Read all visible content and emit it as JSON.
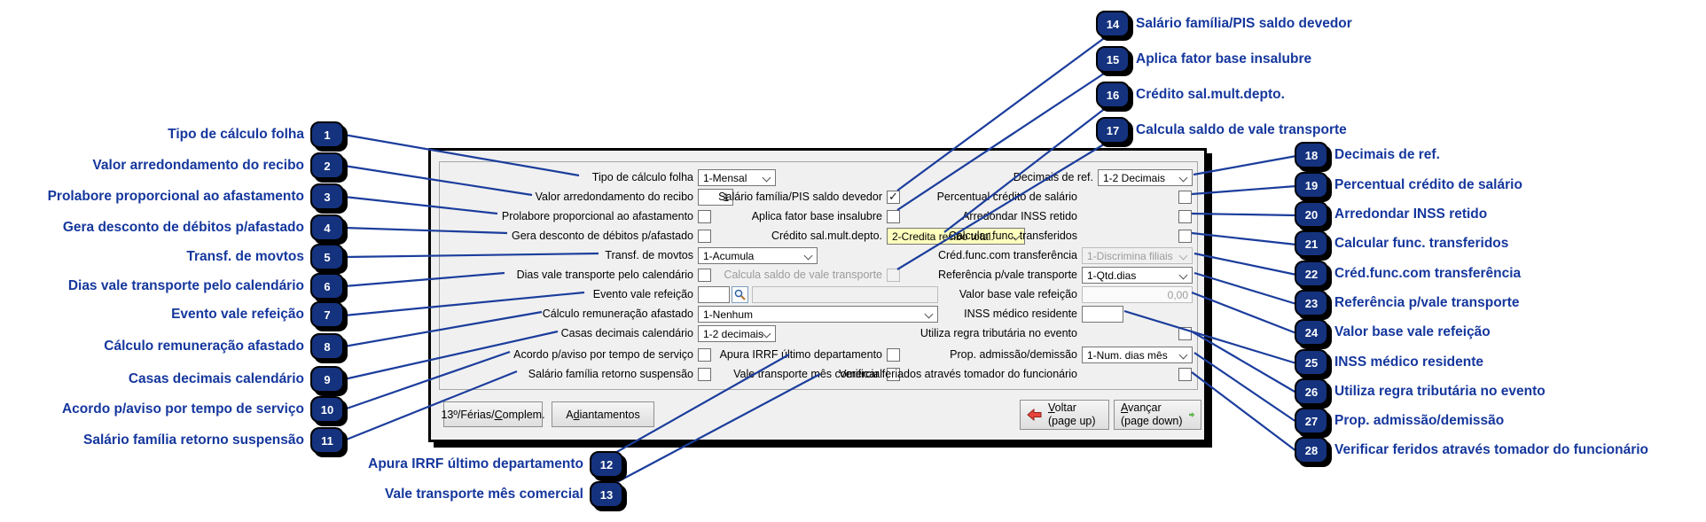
{
  "form": {
    "tipo_calculo": {
      "label": "Tipo de cálculo folha",
      "value": "1-Mensal"
    },
    "valor_arred": {
      "label": "Valor arredondamento do recibo",
      "value": "1"
    },
    "prolabore": {
      "label": "Prolabore proporcional ao afastamento"
    },
    "gera_desconto": {
      "label": "Gera desconto de débitos p/afastado"
    },
    "transf_movtos": {
      "label": "Transf. de movtos",
      "value": "1-Acumula"
    },
    "dias_vale_transporte": {
      "label": "Dias vale transporte pelo calendário"
    },
    "evento_vale_refeicao": {
      "label": "Evento vale refeição",
      "code": "",
      "desc": ""
    },
    "calc_remun_afastado": {
      "label": "Cálculo remuneração afastado",
      "value": "1-Nenhum"
    },
    "casas_decimais": {
      "label": "Casas decimais calendário",
      "value": "1-2 decimais"
    },
    "acordo_aviso": {
      "label": "Acordo p/aviso por tempo de serviço"
    },
    "salario_retorno": {
      "label": "Salário família retorno suspensão"
    },
    "salario_pis": {
      "label": "Salário família/PIS saldo devedor",
      "checked": "✓"
    },
    "aplica_fator": {
      "label": "Aplica fator base insalubre"
    },
    "credito_sal": {
      "label": "Crédito sal.mult.depto.",
      "value": "2-Credita recibo total."
    },
    "calcula_saldo_vt": {
      "label": "Calcula saldo de vale transporte"
    },
    "apura_irrf": {
      "label": "Apura IRRF último departamento"
    },
    "vale_transporte_mes": {
      "label": "Vale transporte mês comercial"
    },
    "decimais_ref": {
      "label": "Decimais de ref.",
      "value": "1-2 Decimais"
    },
    "percentual_credito": {
      "label": "Percentual crédito de salário"
    },
    "arredondar_inss": {
      "label": "Arredondar INSS retido"
    },
    "calcular_func": {
      "label": "Calcular func. transferidos"
    },
    "cred_func_transf": {
      "label": "Créd.func.com transferência",
      "value": "1-Discrimina filiais"
    },
    "referencia_vt": {
      "label": "Referência p/vale transporte",
      "value": "1-Qtd.dias"
    },
    "valor_base_vr": {
      "label": "Valor base vale refeição",
      "value": "0,00"
    },
    "inss_medico": {
      "label": "INSS médico residente",
      "value": ""
    },
    "utiliza_regra": {
      "label": "Utiliza regra tributária no evento"
    },
    "prop_admissao": {
      "label": "Prop. admissão/demissão",
      "value": "1-Num. dias mês"
    },
    "verificar_feriados": {
      "label": "Verificar feriados através tomador do funcionário"
    }
  },
  "buttons": {
    "ferias": {
      "pre": "13º/Férias/",
      "u": "C",
      "post": "omplem."
    },
    "adiantamentos": {
      "pre": "A",
      "u": "d",
      "post": "iantamentos"
    },
    "voltar": {
      "u": "V",
      "rest": "oltar",
      "sub": "(page up)"
    },
    "avancar": {
      "u": "A",
      "rest": "vançar",
      "sub": "(page down)"
    }
  },
  "callouts": [
    {
      "num": "1",
      "label": "Tipo de cálculo folha"
    },
    {
      "num": "2",
      "label": "Valor arredondamento do recibo"
    },
    {
      "num": "3",
      "label": "Prolabore proporcional ao afastamento"
    },
    {
      "num": "4",
      "label": "Gera desconto de débitos p/afastado"
    },
    {
      "num": "5",
      "label": "Transf. de movtos"
    },
    {
      "num": "6",
      "label": "Dias vale transporte pelo calendário"
    },
    {
      "num": "7",
      "label": "Evento vale refeição"
    },
    {
      "num": "8",
      "label": "Cálculo remuneração afastado"
    },
    {
      "num": "9",
      "label": "Casas decimais calendário"
    },
    {
      "num": "10",
      "label": "Acordo p/aviso por tempo de serviço"
    },
    {
      "num": "11",
      "label": "Salário família retorno suspensão"
    },
    {
      "num": "12",
      "label": "Apura IRRF último departamento"
    },
    {
      "num": "13",
      "label": "Vale transporte mês comercial"
    },
    {
      "num": "14",
      "label": "Salário família/PIS saldo devedor"
    },
    {
      "num": "15",
      "label": "Aplica fator base insalubre"
    },
    {
      "num": "16",
      "label": "Crédito sal.mult.depto."
    },
    {
      "num": "17",
      "label": "Calcula saldo de vale transporte"
    },
    {
      "num": "18",
      "label": "Decimais de ref."
    },
    {
      "num": "19",
      "label": "Percentual crédito de salário"
    },
    {
      "num": "20",
      "label": "Arredondar INSS retido"
    },
    {
      "num": "21",
      "label": "Calcular func. transferidos"
    },
    {
      "num": "22",
      "label": "Créd.func.com transferência"
    },
    {
      "num": "23",
      "label": "Referência p/vale transporte"
    },
    {
      "num": "24",
      "label": "Valor base vale refeição"
    },
    {
      "num": "25",
      "label": "INSS médico residente"
    },
    {
      "num": "26",
      "label": "Utiliza regra tributária no evento"
    },
    {
      "num": "27",
      "label": "Prop. admissão/demissão"
    },
    {
      "num": "28",
      "label": "Verificar feridos através tomador do funcionário"
    }
  ]
}
